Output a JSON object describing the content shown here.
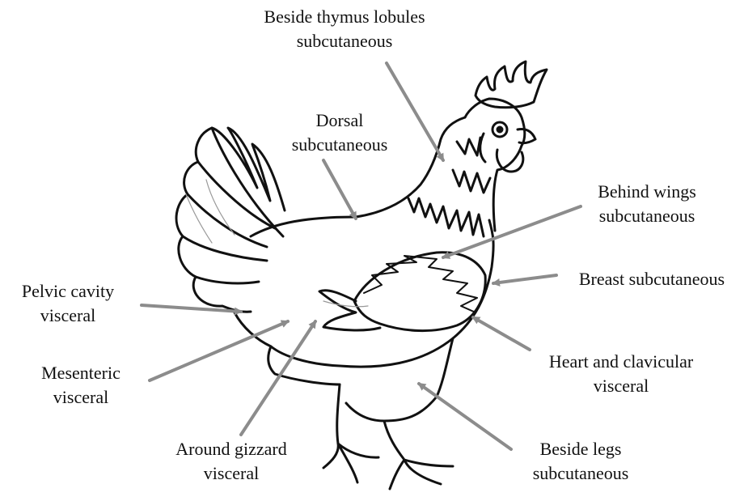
{
  "colors": {
    "arrow": "#8c8c8c",
    "outline": "#111111",
    "background": "#ffffff"
  },
  "labels": {
    "thymus": {
      "line1": "Beside thymus lobules",
      "line2": "subcutaneous"
    },
    "dorsal": {
      "line1": "Dorsal",
      "line2": "subcutaneous"
    },
    "wings": {
      "line1": "Behind wings",
      "line2": "subcutaneous"
    },
    "breast": {
      "line1": "Breast subcutaneous"
    },
    "pelvic": {
      "line1": "Pelvic cavity",
      "line2": "visceral"
    },
    "heart": {
      "line1": "Heart and clavicular",
      "line2": "visceral"
    },
    "mesenteric": {
      "line1": "Mesenteric",
      "line2": "visceral"
    },
    "gizzard": {
      "line1": "Around gizzard",
      "line2": "visceral"
    },
    "legs": {
      "line1": "Beside legs",
      "line2": "subcutaneous"
    }
  }
}
